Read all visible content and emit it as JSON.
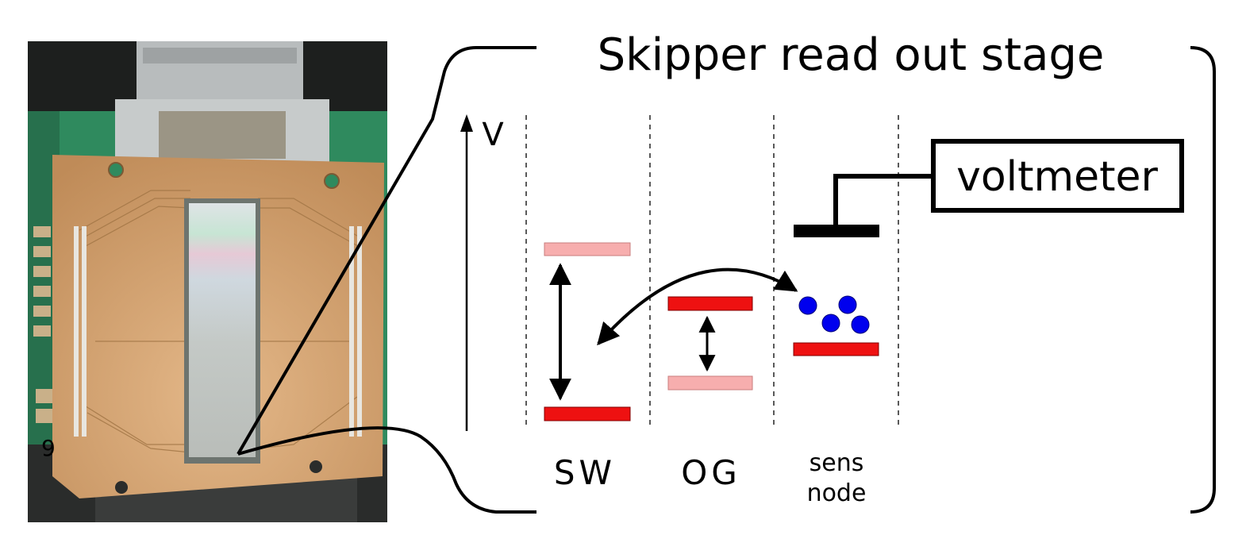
{
  "title": "Skipper read out stage",
  "axis_label": "V",
  "voltmeter_label": "voltmeter",
  "photo_marking": "9",
  "stages": [
    {
      "label": "SW"
    },
    {
      "label": "OG"
    },
    {
      "label_line1": "sens",
      "label_line2": "node"
    }
  ],
  "colors": {
    "gate_active": "#ee1111",
    "gate_inactive": "#f7aeae",
    "charge": "#0000ee",
    "pcb": "#c8955f",
    "board_green": "#2f8a5e",
    "ccd_sensor": "#c9cec8",
    "line": "#000000"
  }
}
